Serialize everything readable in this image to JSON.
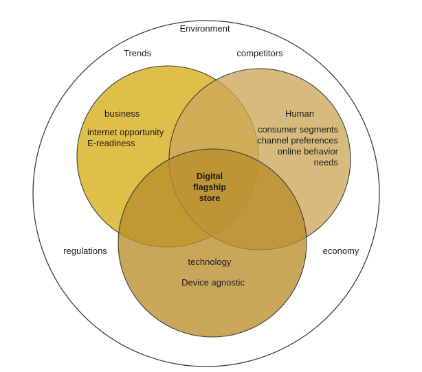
{
  "environment": {
    "title": "Environment",
    "factors": {
      "trends": "Trends",
      "competitors": "competitors",
      "regulations": "regulations",
      "economy": "economy"
    }
  },
  "business": {
    "title": "business",
    "items": [
      "internet opportunity",
      "E-readiness"
    ]
  },
  "human": {
    "title": "Human",
    "items": [
      "consumer segments",
      "channel preferences",
      "online behavior",
      "needs"
    ]
  },
  "technology": {
    "title": "technology",
    "items": [
      "Device agnostic"
    ]
  },
  "core": {
    "lines": [
      "Digital",
      "flagship",
      "store"
    ]
  },
  "colors": {
    "business_fill": "#dcb83a",
    "human_fill": "#cca85a",
    "technology_fill": "#b88e2c",
    "outline": "#3a3a3a"
  }
}
